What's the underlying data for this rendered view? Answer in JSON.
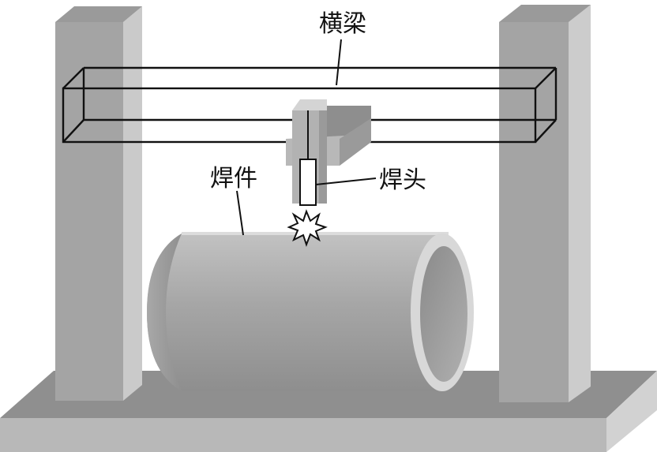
{
  "labels": {
    "beam": "横梁",
    "workpiece": "焊件",
    "welding_head": "焊头"
  },
  "colors": {
    "background": "#ffffff",
    "base_top": "#8f8f8f",
    "base_front": "#b4b4b4",
    "column_front": "#a4a4a4",
    "column_side": "#c8c8c8",
    "column_top": "#9a9a9a",
    "beam_outline": "#111111",
    "cylinder_body": "#a0a0a0",
    "cylinder_rim": "#d6d6d6",
    "cylinder_inner": "#9c9c9c",
    "head_block": "#b6b6b6",
    "head_dark": "#8a8a8a",
    "spark": "#ffffff",
    "line": "#111111"
  },
  "icons": {
    "spark": "spark-icon"
  }
}
